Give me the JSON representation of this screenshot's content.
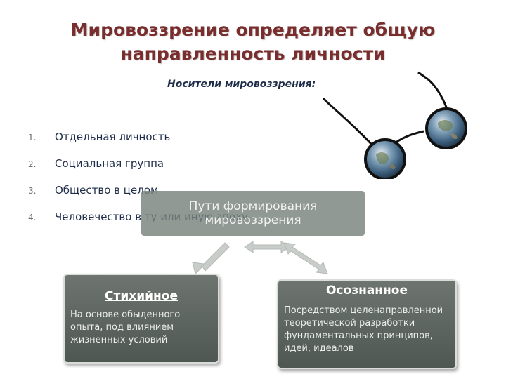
{
  "title": {
    "line1": "Мировоззрение определяет общую",
    "line2": "направленность личности"
  },
  "carriers_heading": "Носители мировоззрения:",
  "carriers_list": [
    {
      "num": "1.",
      "text": "Отдельная личность"
    },
    {
      "num": "2.",
      "text": "Социальная группа"
    },
    {
      "num": "3.",
      "text": "Общество в целом"
    },
    {
      "num": "4.",
      "text": "Человечество в ту или иную эпоху"
    }
  ],
  "center_box": {
    "line1": "Пути формирования",
    "line2": "мировоззрения"
  },
  "spontaneous": {
    "title": "Стихийное",
    "text": "На основе обыденного опыта, под влиянием жизненных условий"
  },
  "conscious": {
    "title": "Осознанное",
    "text": "Посредством целенаправленной теоретической разработки фундаментальных принципов, идей, идеалов"
  },
  "colors": {
    "title": "#7a2d2d",
    "text": "#1f2d4a",
    "box": "#5f6762",
    "center_box": "#78827d"
  },
  "icons": [
    "glasses-with-earth-lenses-icon",
    "double-arrow-icon"
  ]
}
